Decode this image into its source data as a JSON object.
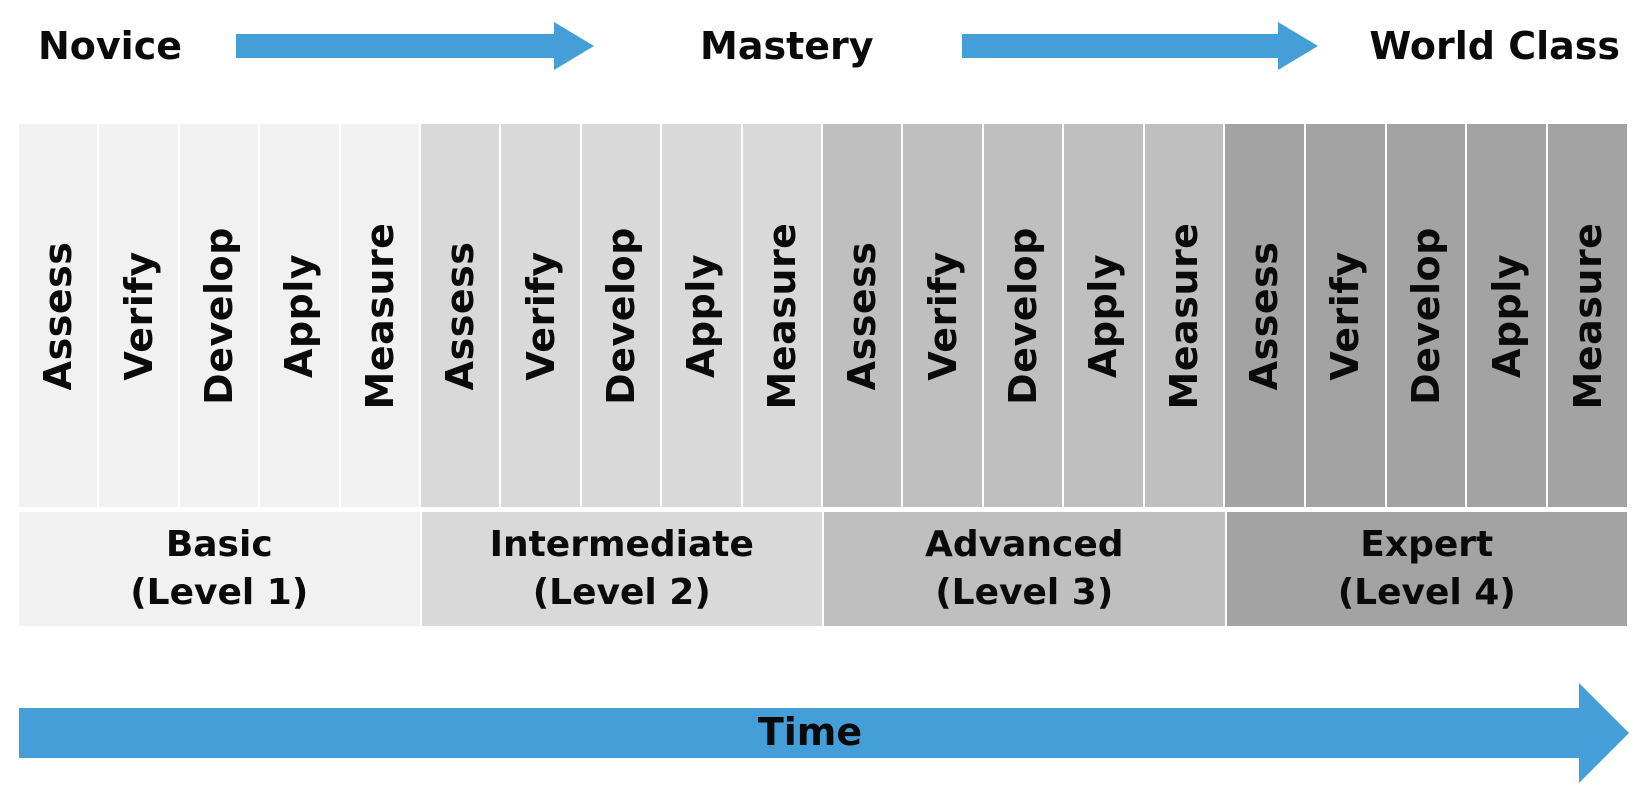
{
  "progression": {
    "stages": [
      "Novice",
      "Mastery",
      "World Class"
    ],
    "arrow_color": "#449ed7"
  },
  "levels": [
    {
      "name": "Basic",
      "level": "(Level 1)",
      "color": "#f1f1f1",
      "steps": [
        "Assess",
        "Verify",
        "Develop",
        "Apply",
        "Measure"
      ]
    },
    {
      "name": "Intermediate",
      "level": "(Level 2)",
      "color": "#d9d9d9",
      "steps": [
        "Assess",
        "Verify",
        "Develop",
        "Apply",
        "Measure"
      ]
    },
    {
      "name": "Advanced",
      "level": "(Level 3)",
      "color": "#bfbfbf",
      "steps": [
        "Assess",
        "Verify",
        "Develop",
        "Apply",
        "Measure"
      ]
    },
    {
      "name": "Expert",
      "level": "(Level 4)",
      "color": "#a3a3a3",
      "steps": [
        "Assess",
        "Verify",
        "Develop",
        "Apply",
        "Measure"
      ]
    }
  ],
  "time_axis": {
    "label": "Time",
    "color": "#449ed7"
  }
}
